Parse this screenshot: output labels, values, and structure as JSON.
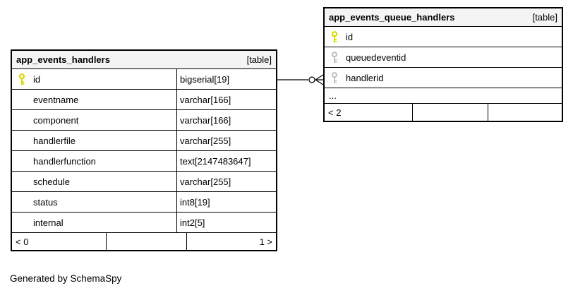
{
  "footer_note": "Generated by SchemaSpy",
  "colors": {
    "header_bg": "#f4f4f4",
    "border": "#000000",
    "primary_key_icon": "#d9d900",
    "foreign_key_icon": "#c2c2c2"
  },
  "icons": {
    "primary_key": "key-icon-yellow",
    "indexed_key": "key-icon-gray"
  },
  "relationship": {
    "from": "app_events_handlers.id",
    "to": "app_events_queue_handlers.handlerid",
    "cardinality_right": "zero-or-many-crowfoot"
  },
  "tables": [
    {
      "name": "app_events_handlers",
      "tag": "[table]",
      "columns": [
        {
          "name": "id",
          "type": "bigserial[19]"
        },
        {
          "name": "eventname",
          "type": "varchar[166]"
        },
        {
          "name": "component",
          "type": "varchar[166]"
        },
        {
          "name": "handlerfile",
          "type": "varchar[255]"
        },
        {
          "name": "handlerfunction",
          "type": "text[2147483647]"
        },
        {
          "name": "schedule",
          "type": "varchar[255]"
        },
        {
          "name": "status",
          "type": "int8[19]"
        },
        {
          "name": "internal",
          "type": "int2[5]"
        }
      ],
      "footer_left": "< 0",
      "footer_right": "1 >"
    },
    {
      "name": "app_events_queue_handlers",
      "tag": "[table]",
      "columns": [
        {
          "name": "id"
        },
        {
          "name": "queuedeventid"
        },
        {
          "name": "handlerid"
        }
      ],
      "ellipsis": "...",
      "footer_left": "< 2",
      "footer_right": ""
    }
  ]
}
